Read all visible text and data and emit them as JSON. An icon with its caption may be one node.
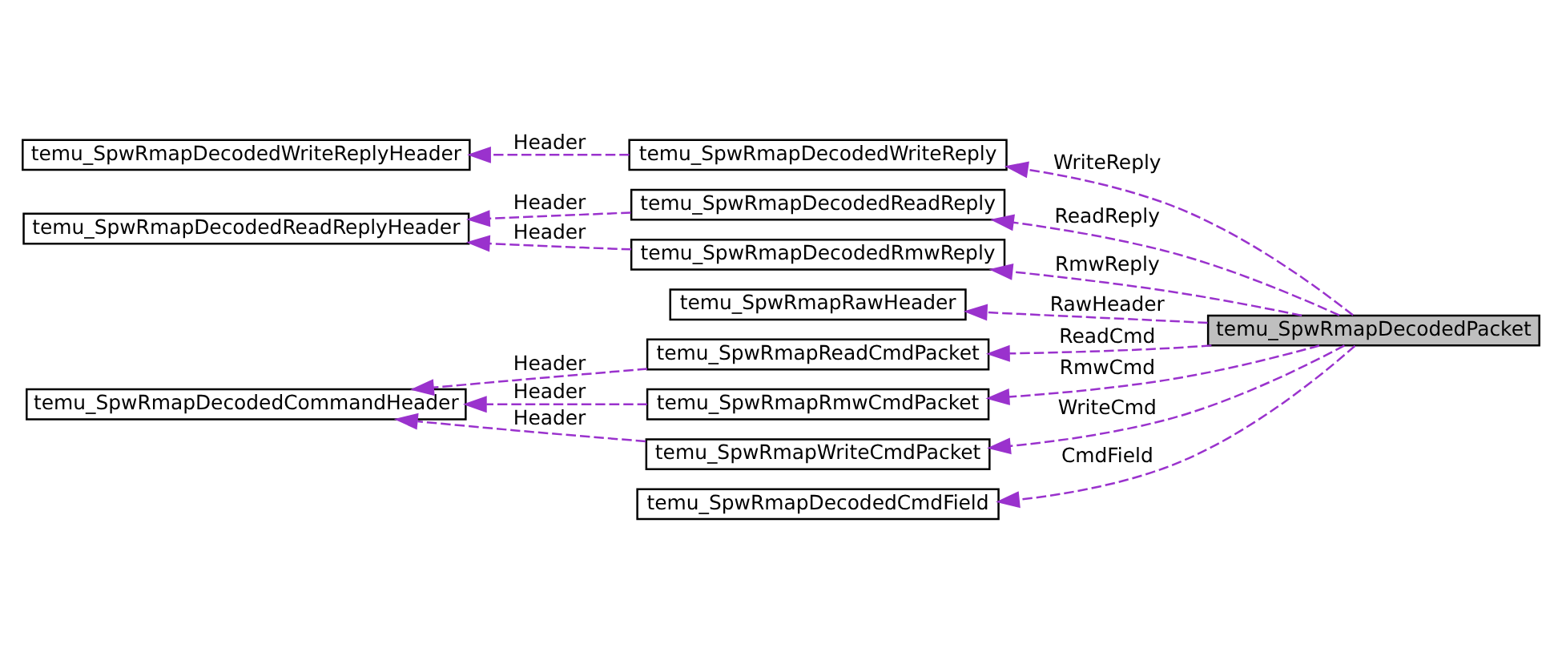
{
  "diagram": {
    "nodes": [
      {
        "text": [
          "temu_SpwRmapDecodedPacket"
        ]
      },
      {
        "text": [
          "temu_SpwRmapDecodedWriteReply"
        ]
      },
      {
        "text": [
          "temu_SpwRmapDecodedWriteReplyHeader"
        ]
      },
      {
        "text": [
          "temu_SpwRmapDecodedReadReply"
        ]
      },
      {
        "text": [
          "temu_SpwRmapDecodedReadReplyHeader"
        ]
      },
      {
        "text": [
          "temu_SpwRmapDecodedRmwReply"
        ]
      },
      {
        "text": [
          "temu_SpwRmapRawHeader"
        ]
      },
      {
        "text": [
          "temu_SpwRmapReadCmdPacket"
        ]
      },
      {
        "text": [
          "temu_SpwRmapDecodedCommandHeader"
        ]
      },
      {
        "text": [
          "temu_SpwRmapRmwCmdPacket"
        ]
      },
      {
        "text": [
          "temu_SpwRmapWriteCmdPacket"
        ]
      },
      {
        "text": [
          "temu_SpwRmapDecodedCmdField"
        ]
      }
    ],
    "edges": [
      {
        "from": 0,
        "to": 1,
        "arrow": "to",
        "label": "WriteReply",
        "style": "dashed"
      },
      {
        "from": 0,
        "to": 3,
        "arrow": "to",
        "label": "ReadReply",
        "style": "dashed"
      },
      {
        "from": 0,
        "to": 5,
        "arrow": "to",
        "label": "RmwReply",
        "style": "dashed"
      },
      {
        "from": 0,
        "to": 6,
        "arrow": "to",
        "label": "RawHeader",
        "style": "dashed"
      },
      {
        "from": 0,
        "to": 7,
        "arrow": "to",
        "label": "ReadCmd",
        "style": "dashed"
      },
      {
        "from": 0,
        "to": 9,
        "arrow": "to",
        "label": "RmwCmd",
        "style": "dashed"
      },
      {
        "from": 0,
        "to": 10,
        "arrow": "to",
        "label": "WriteCmd",
        "style": "dashed"
      },
      {
        "from": 0,
        "to": 11,
        "arrow": "to",
        "label": "CmdField",
        "style": "dashed"
      },
      {
        "from": 1,
        "to": 2,
        "arrow": "to",
        "label": "Header",
        "style": "dashed"
      },
      {
        "from": 3,
        "to": 4,
        "arrow": "to",
        "label": "Header",
        "style": "dashed"
      },
      {
        "from": 5,
        "to": 4,
        "arrow": "to",
        "label": "Header",
        "style": "dashed"
      },
      {
        "from": 7,
        "to": 8,
        "arrow": "to",
        "label": "Header",
        "style": "dashed"
      },
      {
        "from": 9,
        "to": 8,
        "arrow": "to",
        "label": "Header",
        "style": "dashed"
      },
      {
        "from": 10,
        "to": 8,
        "arrow": "to",
        "label": "Header",
        "style": "dashed"
      }
    ]
  }
}
